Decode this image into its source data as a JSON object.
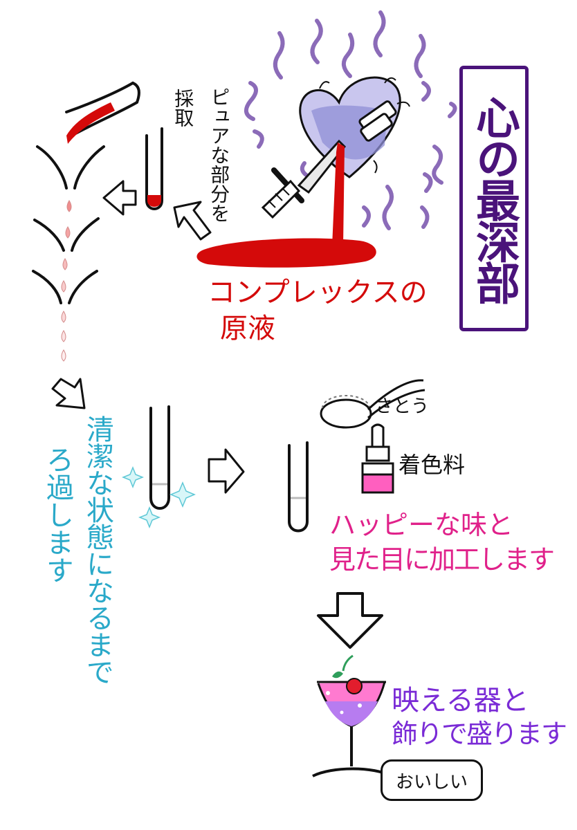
{
  "title_vertical": "心の最深部",
  "labels": {
    "collect_a": "採取",
    "collect_b": "ピュアな部分を",
    "complex_l1": "コンプレックスの",
    "complex_l2": "原液",
    "filter_a": "清潔な状態になるまで",
    "filter_b": "ろ過します",
    "sugar": "さとう",
    "coloring": "着色料",
    "happy_l1": "ハッピーな味と",
    "happy_l2": "見た目に加工します",
    "serve_l1": "映える器と",
    "serve_l2": "飾りで盛ります",
    "tasty": "おいしい"
  },
  "colors": {
    "ink": "#111111",
    "blood": "#d40a0a",
    "purple_frame": "#4a137a",
    "aura": "#8b6bb8",
    "cyan_text": "#2aa9c9",
    "pink_text": "#e0218a",
    "purple_text": "#7a2bd6",
    "heart_fill": "#8f8fd6",
    "cocktail_pink": "#ff7ad0",
    "cocktail_purple": "#b77cf0",
    "cherry": "#e21d2d",
    "leaf": "#2f9e5b",
    "sparkle": "#9fe7ee",
    "dye": "#ff5fbf"
  }
}
